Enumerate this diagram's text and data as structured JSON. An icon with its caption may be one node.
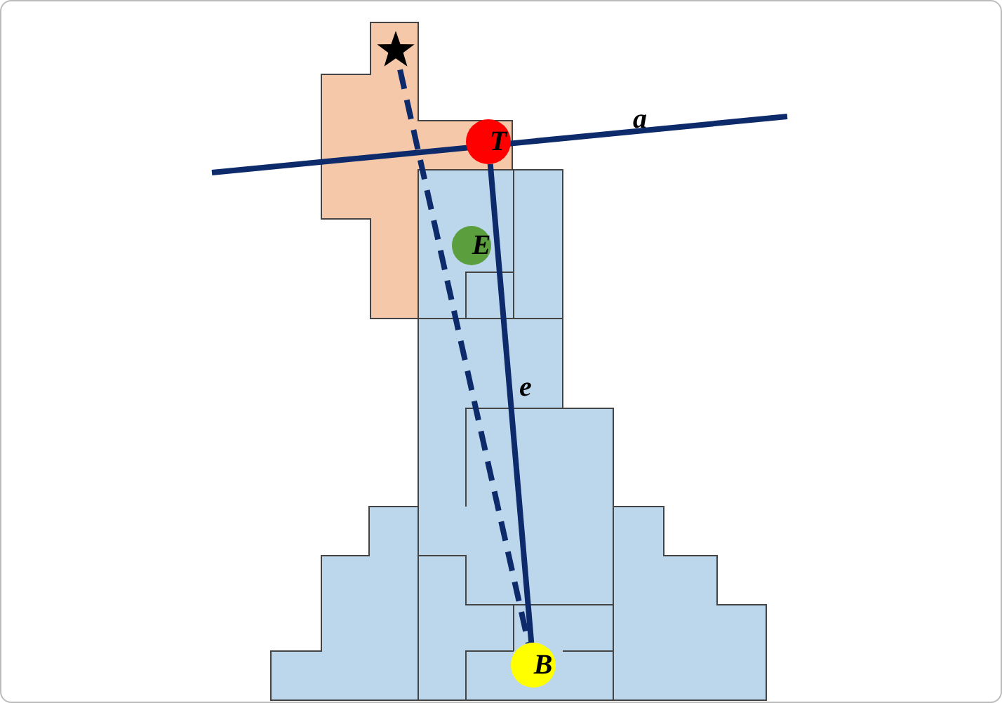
{
  "diagram": {
    "nodes": [
      {
        "text": [],
        "shape": "star"
      },
      {
        "text": [
          "T"
        ]
      },
      {
        "text": [
          "E"
        ]
      },
      {
        "text": [
          "B"
        ]
      }
    ],
    "edges": [
      {
        "from": 0,
        "to": 3,
        "arrow": "none",
        "style": "dashed"
      },
      {
        "from": 1,
        "to": 3,
        "arrow": "none",
        "label": "e"
      }
    ],
    "labels": [
      "a"
    ]
  }
}
